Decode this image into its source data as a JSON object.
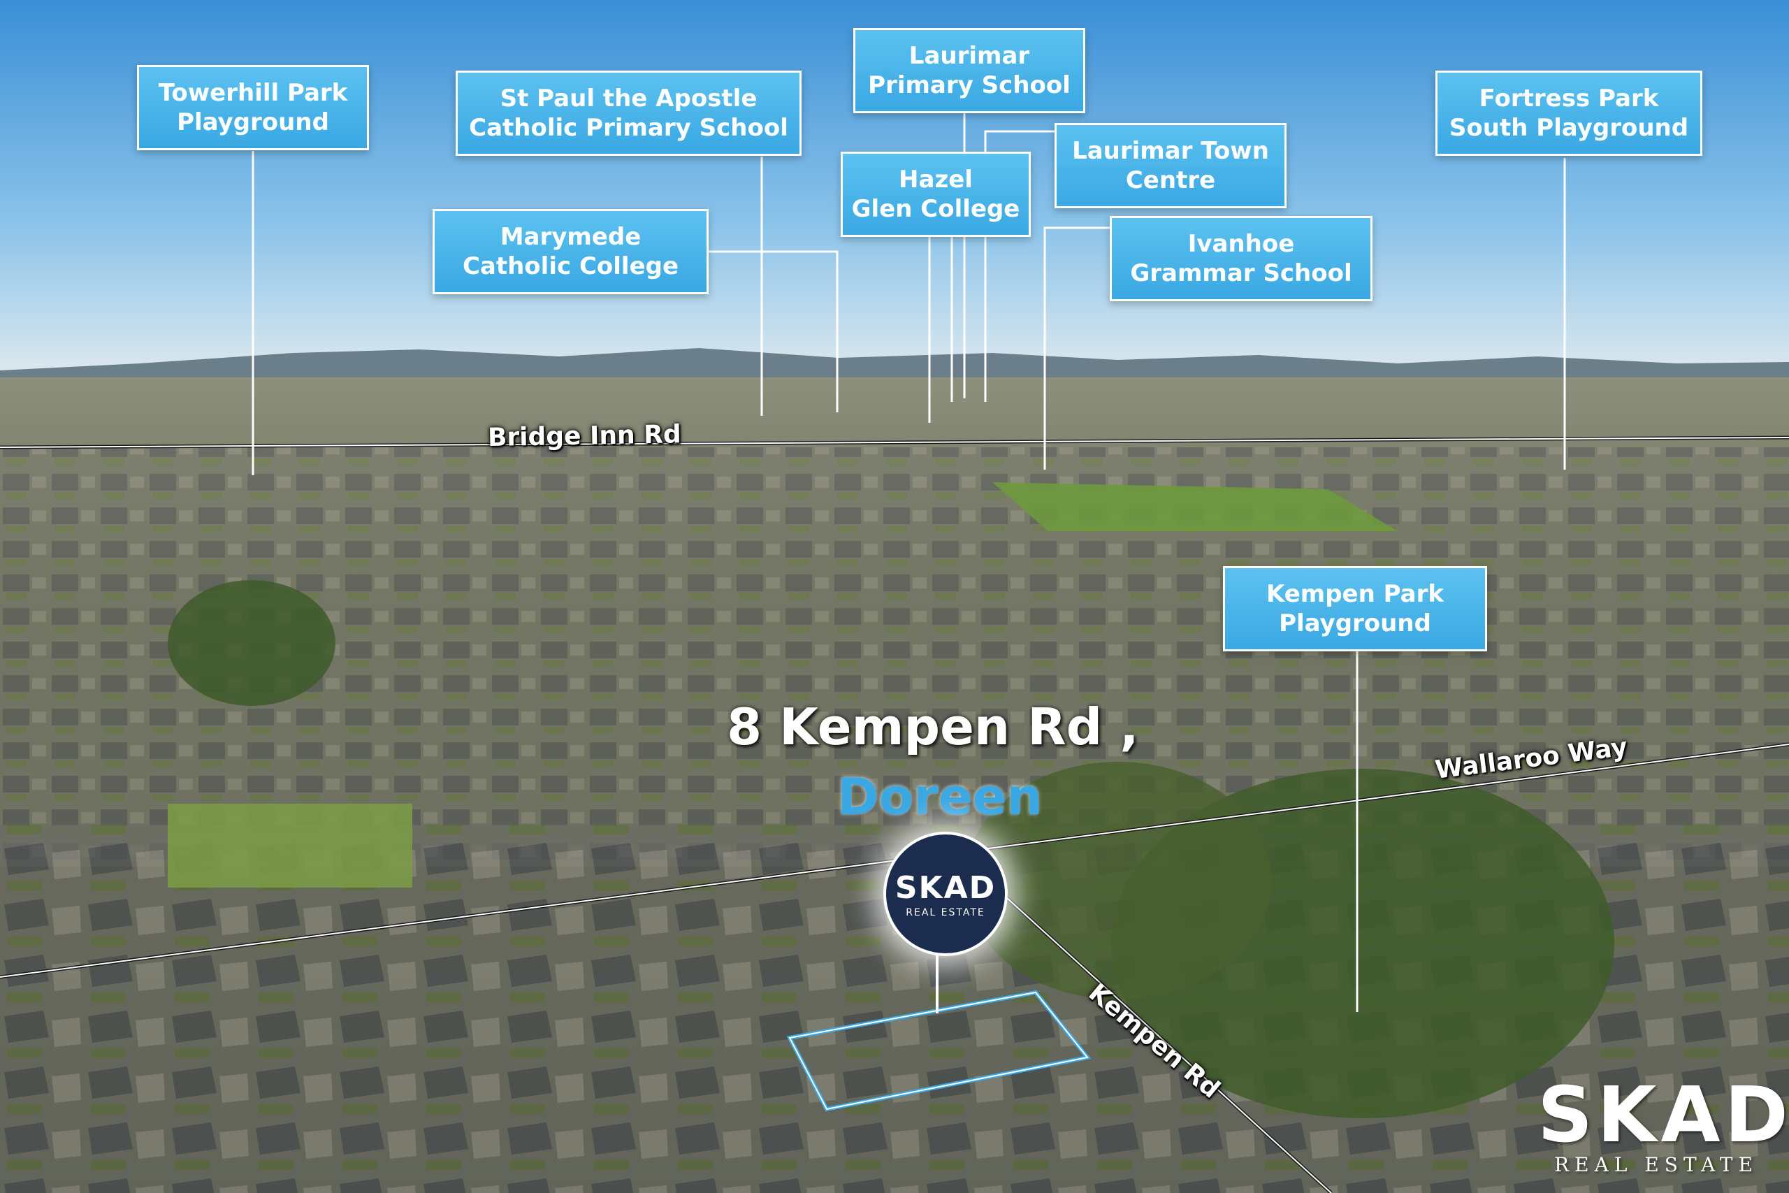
{
  "poi_labels": {
    "towerhill": "Towerhill Park\nPlayground",
    "st_paul": "St Paul the Apostle\nCatholic Primary School",
    "laurimar_primary": "Laurimar\nPrimary School",
    "hazel_glen": "Hazel\nGlen College",
    "laurimar_town": "Laurimar Town\nCentre",
    "marymede": "Marymede\nCatholic College",
    "ivanhoe": "Ivanhoe\nGrammar School",
    "fortress": "Fortress Park\nSouth Playground",
    "kempen_park": "Kempen Park\nPlayground"
  },
  "roads": {
    "bridge_inn": "Bridge Inn Rd",
    "wallaroo": "Wallaroo Way",
    "kempen": "Kempen Rd"
  },
  "address": {
    "line1": "8 Kempen Rd ,",
    "line2": "Doreen"
  },
  "pin": {
    "brand": "SKAD",
    "sub": "REAL ESTATE"
  },
  "logo": {
    "brand": "SKAD",
    "sub": "REAL ESTATE"
  },
  "colors": {
    "label_blue": "#3aa8e3",
    "pin_navy": "#1b2c4e",
    "outline": "#3aa8e3"
  }
}
